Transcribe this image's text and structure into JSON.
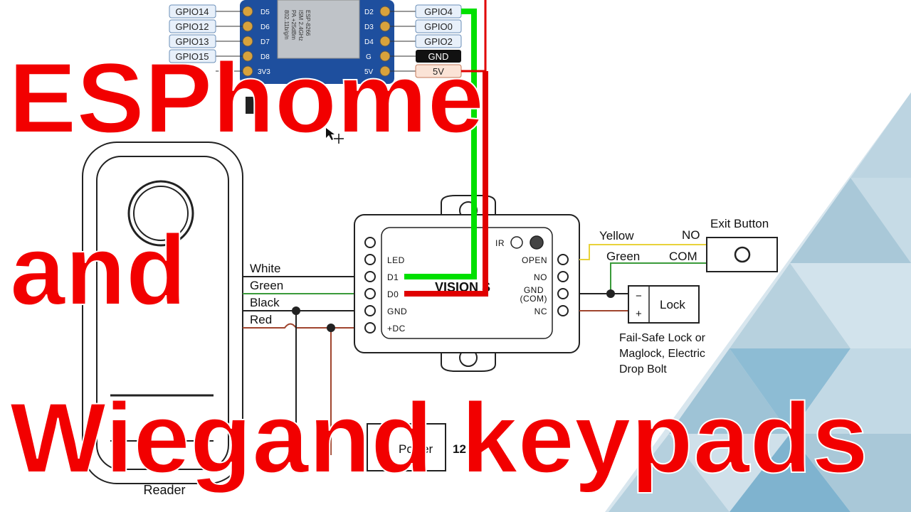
{
  "esp_pins_left": [
    "GPIO14",
    "GPIO12",
    "GPIO13",
    "GPIO15"
  ],
  "esp_pins_right": [
    "GPIO4",
    "GPIO0",
    "GPIO2",
    "GND",
    "5V"
  ],
  "esp_left_labels": [
    "D5",
    "D6",
    "D7",
    "D8",
    "3V3"
  ],
  "esp_right_labels": [
    "D2",
    "D3",
    "D4",
    "G",
    "5V"
  ],
  "esp_chip_text": [
    "ESP-8266",
    "ISM 2.4GHz",
    "PA +25dBm",
    "802.11b/g/n"
  ],
  "controller": {
    "brand": "VISION S",
    "left_pins": [
      "LED",
      "D1",
      "D0",
      "GND",
      "+DC"
    ],
    "right_pins": [
      "OPEN",
      "NO",
      "GND",
      "(COM)",
      "NC"
    ],
    "ir_label": "IR"
  },
  "reader_wires": [
    "White",
    "Green",
    "Black",
    "Red"
  ],
  "reader_label": "Reader",
  "exit_wires": [
    "Yellow",
    "Green"
  ],
  "exit_terminals": [
    "NO",
    "COM"
  ],
  "exit_button_label": "Exit Button",
  "lock": {
    "label": "Lock",
    "minus": "−",
    "plus": "+",
    "caption": [
      "Fail-Safe Lock or",
      "Maglock, Electric",
      "Drop Bolt"
    ]
  },
  "power": {
    "label": "Power",
    "voltage": "12"
  },
  "title_lines": [
    "ESPhome",
    "and",
    "Wiegand keypads"
  ],
  "colors": {
    "title_red": "#f20000",
    "wire_green_bright": "#00e000",
    "wire_red_bright": "#e00000",
    "board_blue": "#1e4f9e",
    "tri_light": "#cfe0ea",
    "tri_mid": "#a9c8d8",
    "tri_dark": "#7fb3cf"
  }
}
